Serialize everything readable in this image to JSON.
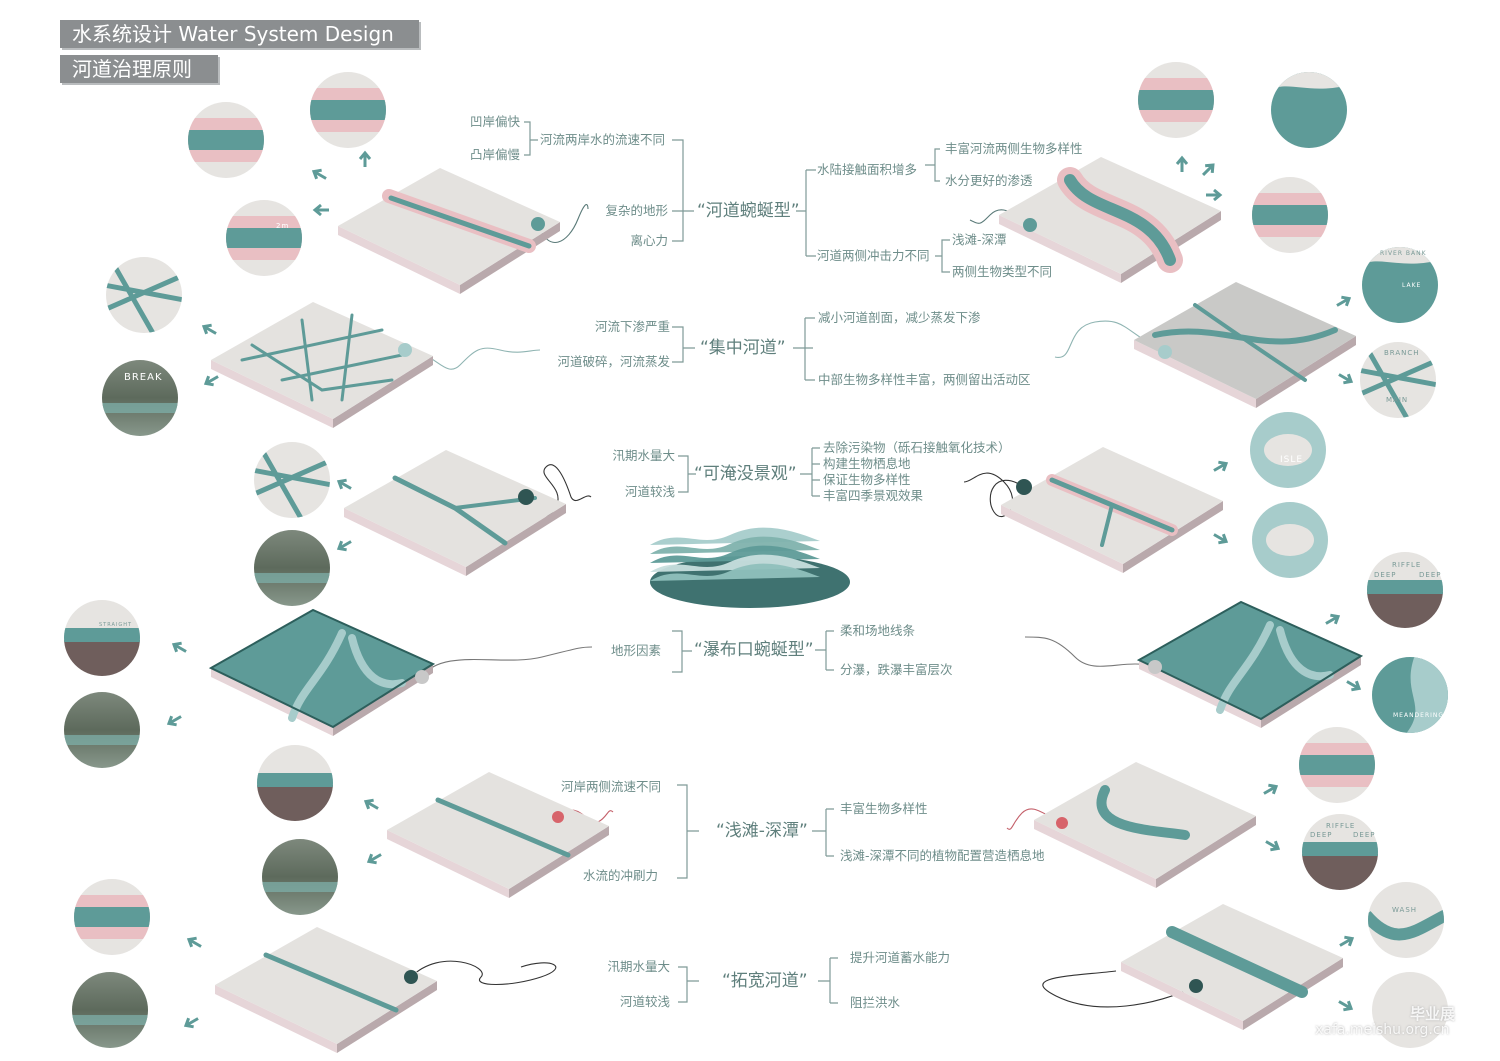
{
  "header": {
    "title": "水系统设计 Water System Design",
    "subtitle": "河道治理原则"
  },
  "colors": {
    "teal": "#5e9b98",
    "light_teal": "#a7cccb",
    "pink": "#e9bfc3",
    "plate": "#e4e2df",
    "plate_side": "#b9a9ac",
    "text": "#6e8d8a",
    "dot_red": "#d7646b",
    "dark_teal": "#2f5553"
  },
  "groups": [
    {
      "title": "“河道蜿蜒型”",
      "causes_sub": [
        "凹岸偏快",
        "凸岸偏慢"
      ],
      "causes_sub_parent": "河流两岸水的流速不同",
      "causes": [
        "复杂的地形",
        "离心力"
      ],
      "effects": [
        {
          "label": "水陆接触面积增多",
          "items": [
            "丰富河流两侧生物多样性",
            "水分更好的渗透"
          ]
        },
        {
          "label": "河道两侧冲击力不同",
          "items": [
            "浅滩-深潭",
            "两侧生物类型不同"
          ]
        }
      ]
    },
    {
      "title": "“集中河道”",
      "causes": [
        "河流下渗严重",
        "河道破碎，河流蒸发"
      ],
      "effects": [
        "减小河道剖面，减少蒸发下渗",
        "中部生物多样性丰富，两侧留出活动区"
      ]
    },
    {
      "title": "“可淹没景观”",
      "causes": [
        "汛期水量大",
        "河道较浅"
      ],
      "effects": [
        "去除污染物（砾石接触氧化技术）",
        "构建生物栖息地",
        "保证生物多样性",
        "丰富四季景观效果"
      ]
    },
    {
      "title": "“瀑布口蜿蜒型”",
      "causes": [
        "地形因素"
      ],
      "effects": [
        "柔和场地线条",
        "分瀑，跌瀑丰富层次"
      ]
    },
    {
      "title": "“浅滩-深潭”",
      "causes": [
        "河岸两侧流速不同",
        "水流的冲刷力"
      ],
      "effects": [
        "丰富生物多样性",
        "浅滩-深潭不同的植物配置营造栖息地"
      ]
    },
    {
      "title": "“拓宽河道”",
      "causes": [
        "汛期水量大",
        "河道较浅"
      ],
      "effects": [
        "提升河道蓄水能力",
        "阻拦洪水"
      ]
    }
  ],
  "circle_labels": {
    "break": "BREAK",
    "river_bank": "RIVER BANK",
    "lake": "LAKE",
    "branch": "BRANCH",
    "main": "MAIN",
    "isle": "ISLE",
    "riffle": "RIFFLE",
    "deep": "DEEP",
    "meandering": "MEANDERING",
    "straight": "STRAIGHT",
    "wash": "WASH",
    "depth": "2m"
  },
  "watermark": {
    "url": "xafa.meishu.org.cn",
    "label": "毕业展"
  }
}
